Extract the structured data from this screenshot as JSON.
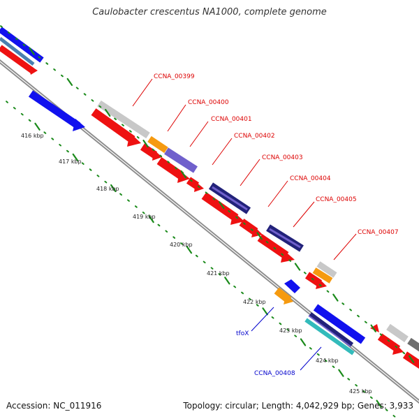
{
  "title": "Caulobacter crescentus NA1000, complete genome",
  "accession": "Accession: NC_011916",
  "summary": "Topology: circular; Length: 4,042,929 bp; Genes: 3,933",
  "ticks": [
    "416 kbp",
    "417 kbp",
    "418 kbp",
    "419 kbp",
    "420 kbp",
    "421 kbp",
    "422 kbp",
    "423 kbp",
    "424 kbp",
    "425 kbp"
  ],
  "gene_labels": [
    {
      "text": "CCNA_00399",
      "color": "#dd0000"
    },
    {
      "text": "CCNA_00400",
      "color": "#dd0000"
    },
    {
      "text": "CCNA_00401",
      "color": "#dd0000"
    },
    {
      "text": "CCNA_00402",
      "color": "#dd0000"
    },
    {
      "text": "CCNA_00403",
      "color": "#dd0000"
    },
    {
      "text": "CCNA_00404",
      "color": "#dd0000"
    },
    {
      "text": "CCNA_00405",
      "color": "#dd0000"
    },
    {
      "text": "CCNA_00407",
      "color": "#dd0000"
    },
    {
      "text": "tfoX",
      "color": "#0000cc"
    },
    {
      "text": "CCNA_00408",
      "color": "#0000cc"
    }
  ],
  "colors": {
    "backbone": "#8c8c8c",
    "cds": "#ee1111",
    "gene": "#1111ee",
    "orange": "#f59a10",
    "gray": "#c8c8c8",
    "dark_gray": "#6e6e6e",
    "purple": "#7060cc",
    "navy": "#22227a",
    "teal": "#33bbbb",
    "steel": "#4a7fb0",
    "tick_green": "#1a8a1a",
    "label_red": "#dd0000",
    "label_blue": "#0000cc"
  }
}
